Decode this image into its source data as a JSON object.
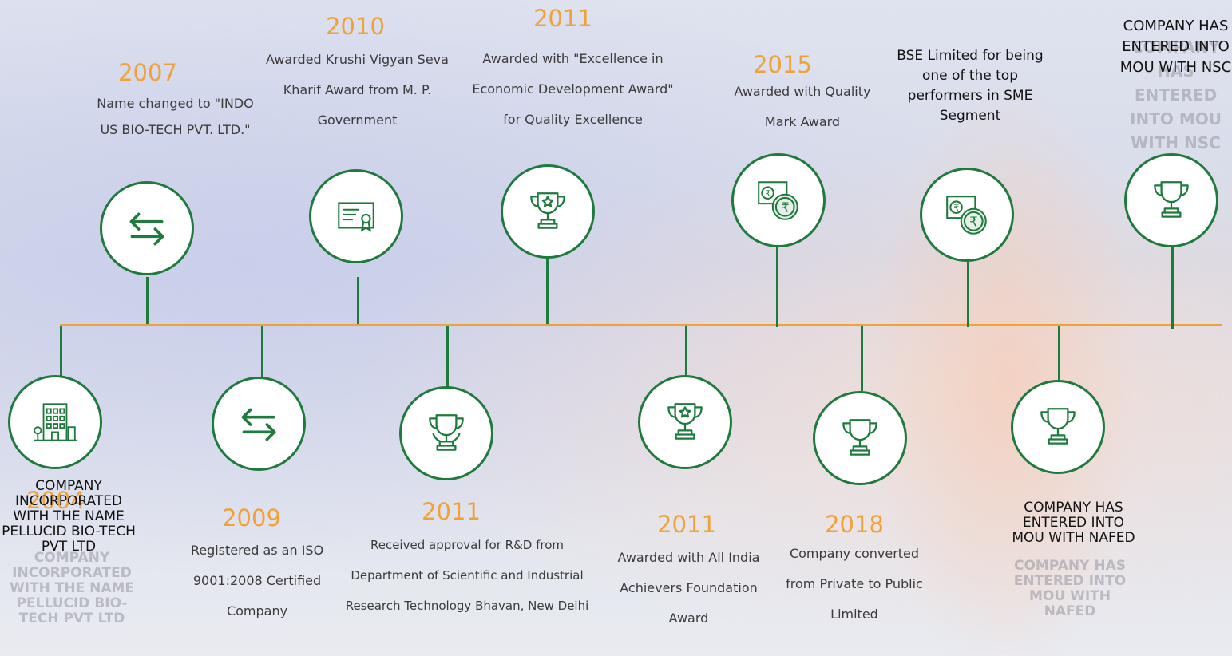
{
  "colors": {
    "accent": "#f0a23a",
    "green": "#1f7a3d"
  },
  "milestones": [
    {
      "year": "2007",
      "text": "Name changed to \"INDO US BIO-TECH PVT. LTD.\"",
      "icon": "swap-arrows-icon"
    },
    {
      "year": "2010",
      "text": "Awarded Krushi Vigyan Seva Kharif Award from M. P. Government",
      "icon": "certificate-icon"
    },
    {
      "year": "2011",
      "text": "Awarded with \"Excellence in Economic Development Award\" for Quality Excellence",
      "icon": "trophy-star-icon"
    },
    {
      "year": "2015",
      "text": "Awarded with Quality Mark Award",
      "icon": "rupee-coin-icon"
    },
    {
      "year": "",
      "text": "BSE Limited for being one of the top performers in SME Segment",
      "icon": "rupee-coin-icon"
    },
    {
      "year": "",
      "text": "COMPANY HAS ENTERED INTO MOU WITH NSC",
      "icon": "trophy-icon"
    },
    {
      "year": "2004",
      "text": "COMPANY INCORPORATED WITH THE NAME PELLUCID BIO-TECH PVT LTD",
      "icon": "building-icon"
    },
    {
      "year": "2009",
      "text": "Registered as an ISO 9001:2008 Certified Company",
      "icon": "swap-arrows-icon"
    },
    {
      "year": "2011",
      "text": "Received approval for R&D from Department of Scientific and Industrial Research Technology Bhavan, New Delhi",
      "icon": "trophy-wreath-icon"
    },
    {
      "year": "2011",
      "text": "Awarded with All India Achievers Foundation Award",
      "icon": "trophy-star-icon"
    },
    {
      "year": "2018",
      "text": "Company converted from Private to Public Limited",
      "icon": "trophy-icon"
    },
    {
      "year": "",
      "text": "COMPANY HAS ENTERED INTO MOU WITH NAFED",
      "icon": "trophy-icon"
    }
  ]
}
